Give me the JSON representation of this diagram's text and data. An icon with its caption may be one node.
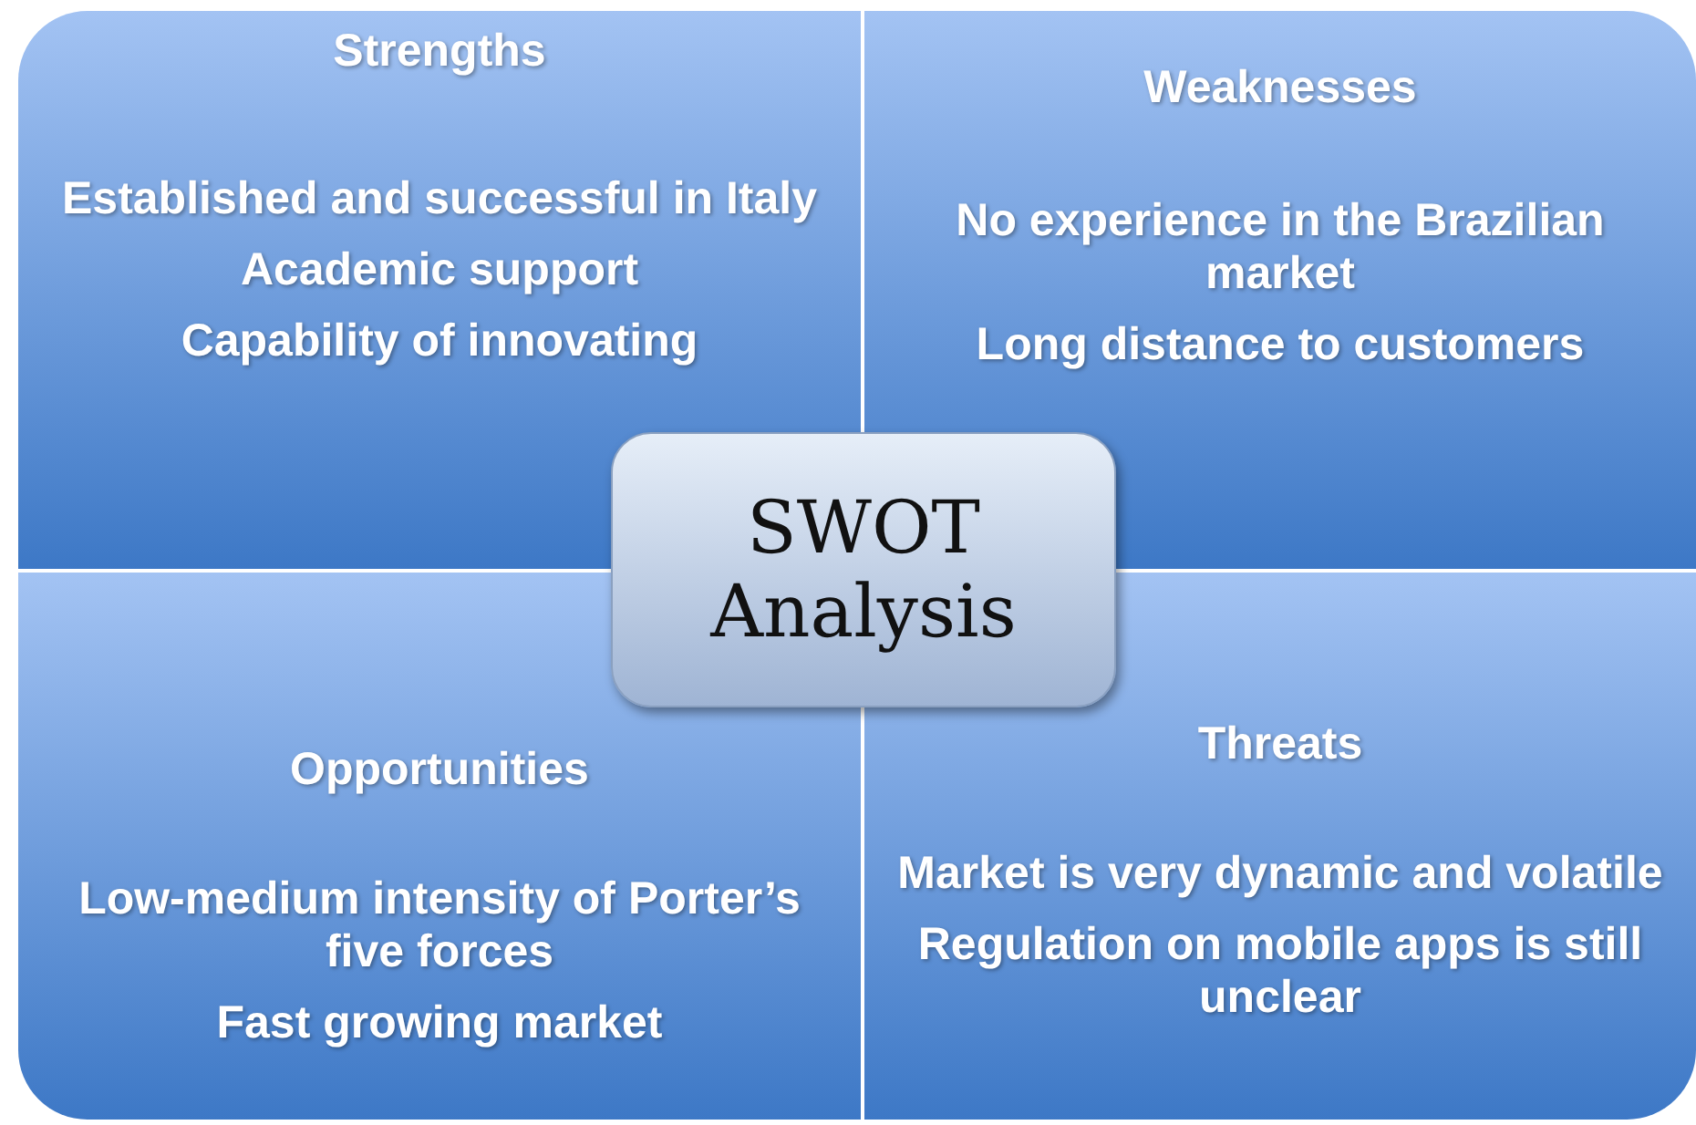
{
  "diagram": {
    "nodes": [
      {
        "text": [
          "Strengths",
          "Established and successful in Italy",
          "Academic support",
          "Capability of innovating"
        ]
      },
      {
        "text": [
          "Weaknesses",
          "No experience in the Brazilian market",
          "Long distance to customers"
        ]
      },
      {
        "text": [
          "Opportunities",
          "Low-medium intensity of Porter’s five forces",
          "Fast growing market"
        ]
      },
      {
        "text": [
          "Threats",
          "Market is very dynamic and volatile",
          "Regulation on mobile apps is still unclear"
        ]
      },
      {
        "text": [
          "SWOT Analysis"
        ]
      }
    ],
    "edges": []
  }
}
